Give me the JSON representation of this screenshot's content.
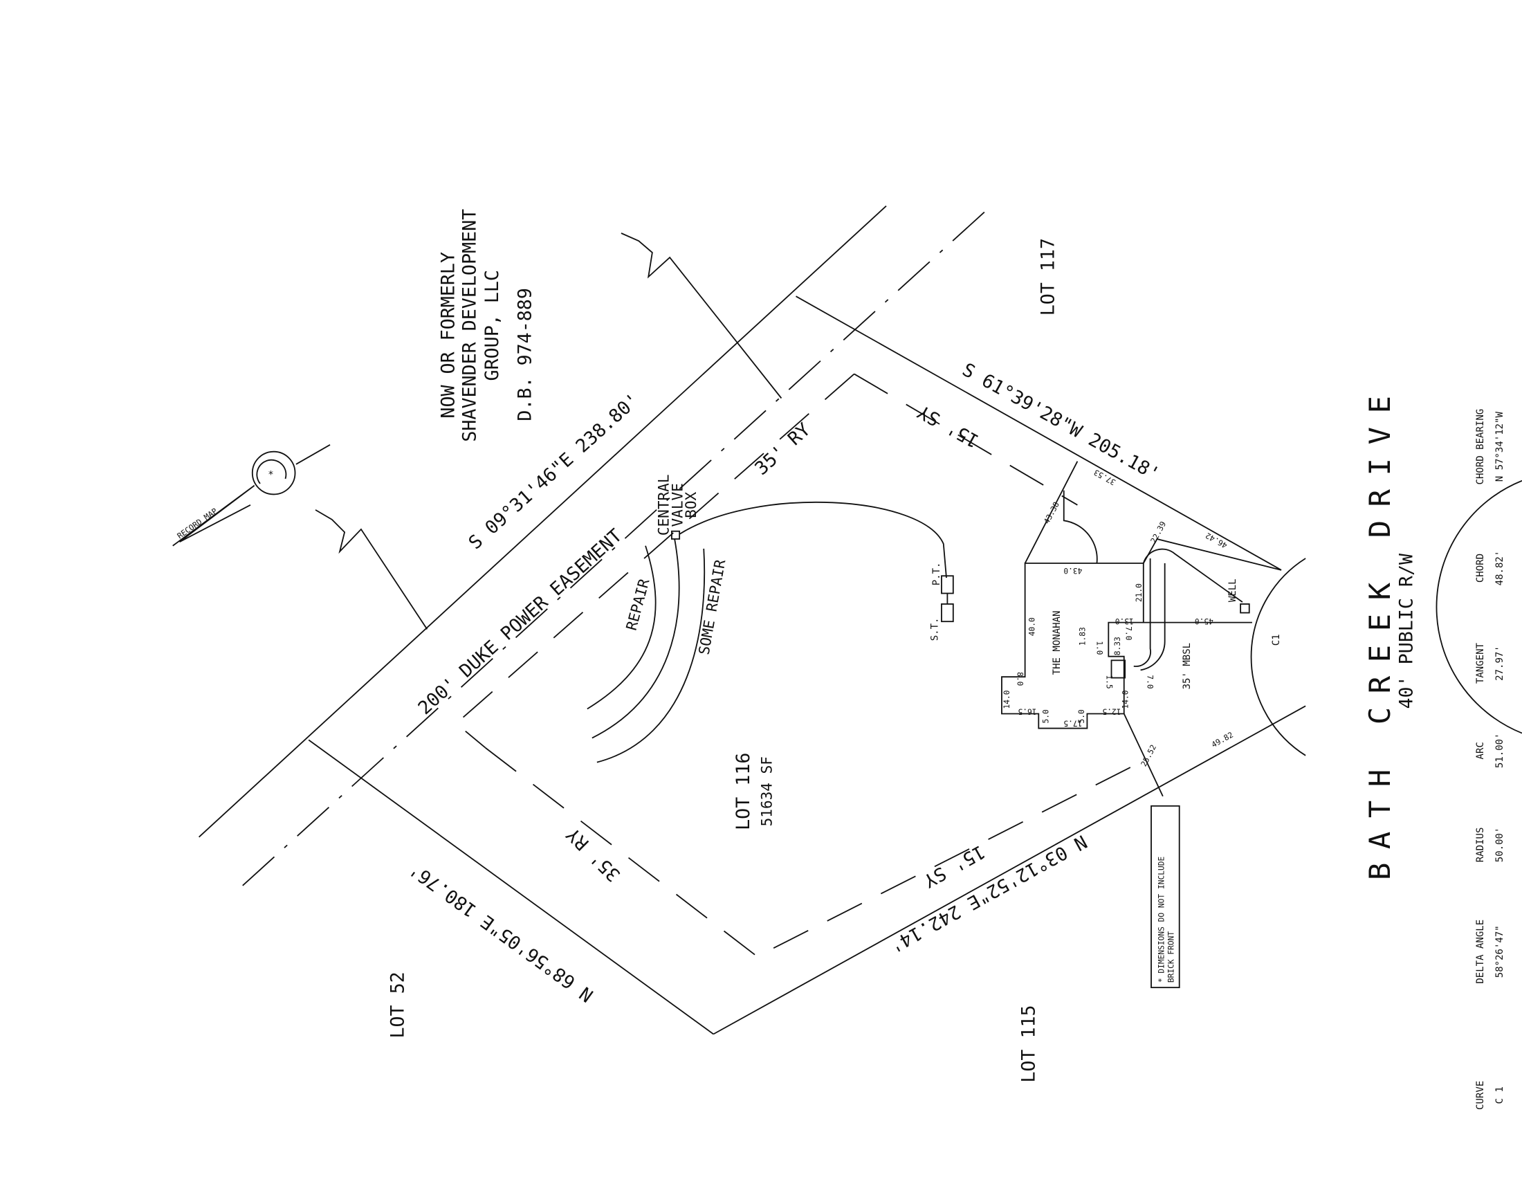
{
  "owner": {
    "line1": "NOW OR FORMERLY",
    "line2": "SHAVENDER DEVELOPMENT",
    "line3": "GROUP, LLC",
    "line4": "D.B. 974-889"
  },
  "north_arrow": {
    "label": "RECORD MAP"
  },
  "boundaries": {
    "west": "S 09°31'46\"E 238.80'",
    "north": "S 61°39'28\"W 205.18'",
    "south": "N 68°56'05\"E 180.76'",
    "east": "N 03°12'52\"E 242.14'"
  },
  "easement": "200' DUKE POWER EASEMENT",
  "setbacks": {
    "ry_top": "35' RY",
    "ry_bottom": "35' RY",
    "sy_top": "15' SY",
    "sy_bottom": "15' SY",
    "mbsl": "35' MBSL"
  },
  "septic": {
    "valve1": "CENTRAL",
    "valve2": "VALVE",
    "valve3": "BOX",
    "repair": "REPAIR",
    "some_repair": "SOME REPAIR",
    "pt": "P.T.",
    "st": "S.T."
  },
  "lots": {
    "lot117": "LOT 117",
    "lot116": "LOT 116",
    "lot116_area": "51634 SF",
    "lot52": "LOT 52",
    "lot115": "LOT 115"
  },
  "house": {
    "name": "THE MONAHAN",
    "dims": [
      "43.0",
      "21.0",
      "13.0",
      "40.0",
      "1.83",
      "8.33",
      "1.0",
      "7.0",
      "7.0",
      "1.5",
      "14.0",
      "14.0",
      "8.0",
      "16.5",
      "5.0",
      "17.5",
      "5.0",
      "12.5",
      "45.0"
    ],
    "ties": [
      "43.38",
      "37.53",
      "22.39",
      "46.42",
      "25.52",
      "49.82"
    ],
    "well": "WELL",
    "curve_label": "C1"
  },
  "note": {
    "line1": "* DIMENSIONS DO NOT INCLUDE",
    "line2": "BRICK FRONT"
  },
  "road": {
    "name": "BATH CREEK DRIVE",
    "row": "40' PUBLIC R/W"
  },
  "curve_table": {
    "headers": [
      "CURVE",
      "DELTA ANGLE",
      "RADIUS",
      "ARC",
      "TANGENT",
      "CHORD",
      "CHORD BEARING"
    ],
    "row": [
      "C 1",
      "58°26'47\"",
      "50.00'",
      "51.00'",
      "27.97'",
      "48.82'",
      "N 57°34'12\"W"
    ]
  }
}
